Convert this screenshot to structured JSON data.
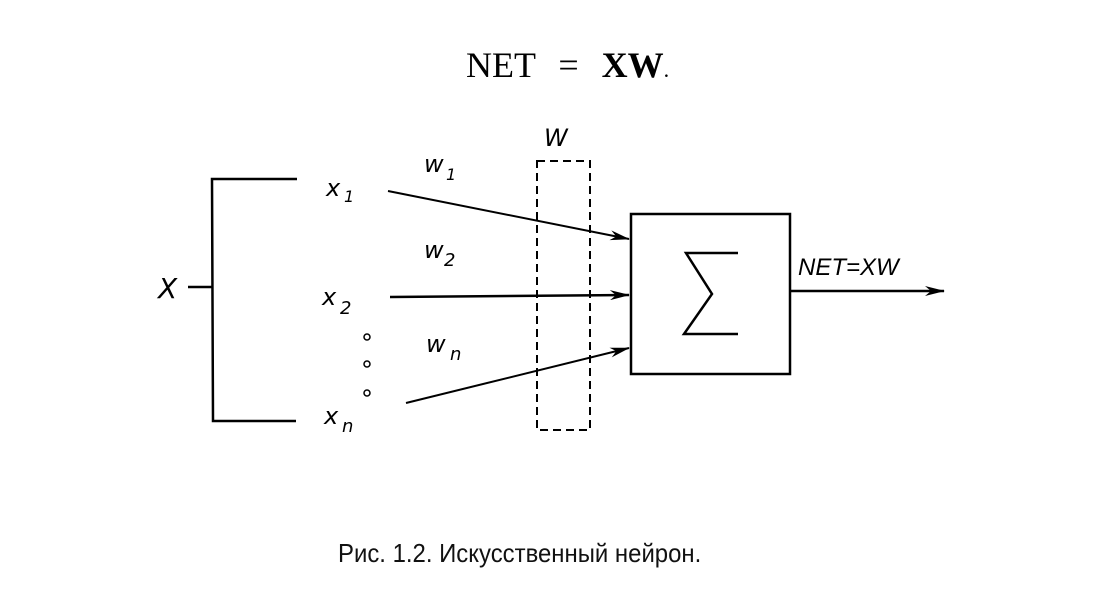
{
  "formula": {
    "left": "NET",
    "equals": "=",
    "right": "XW",
    "period": "."
  },
  "diagram": {
    "input_vector_label": "X",
    "weight_matrix_label": "W",
    "inputs": [
      {
        "name": "x",
        "sub": "1"
      },
      {
        "name": "x",
        "sub": "2"
      },
      {
        "name": "x",
        "sub": "n"
      }
    ],
    "weights": [
      {
        "name": "w",
        "sub": "1"
      },
      {
        "name": "w",
        "sub": "2"
      },
      {
        "name": "w",
        "sub": "n"
      }
    ],
    "ellipsis_dots": 3,
    "summation_symbol": "∑",
    "output_label": "NET=XW"
  },
  "caption": {
    "text": "Рис. 1.2.  Искусственный  нейрон."
  }
}
